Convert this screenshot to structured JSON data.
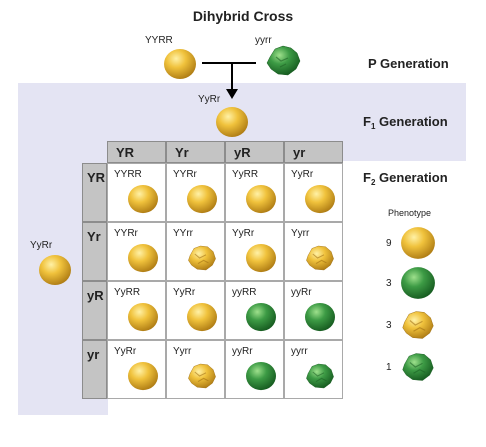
{
  "title": "Dihybrid Cross",
  "parents": {
    "left_genotype": "YYRR",
    "right_genotype": "yyrr"
  },
  "generations": {
    "p": "P Generation",
    "f1": "Generation",
    "f1_sub": "1",
    "f2": "Generation",
    "f2_sub": "2",
    "prefix": "F"
  },
  "f1_genotype": "YyRr",
  "side_genotype": "YyRr",
  "columns": [
    "YR",
    "Yr",
    "yR",
    "yr"
  ],
  "rows": [
    {
      "label": "YR",
      "cells": [
        {
          "genotype": "YYRR",
          "color": "yellow",
          "shape": "round"
        },
        {
          "genotype": "YYRr",
          "color": "yellow",
          "shape": "round"
        },
        {
          "genotype": "YyRR",
          "color": "yellow",
          "shape": "round"
        },
        {
          "genotype": "YyRr",
          "color": "yellow",
          "shape": "round"
        }
      ]
    },
    {
      "label": "Yr",
      "cells": [
        {
          "genotype": "YYRr",
          "color": "yellow",
          "shape": "round"
        },
        {
          "genotype": "YYrr",
          "color": "yellow",
          "shape": "wrinkled"
        },
        {
          "genotype": "YyRr",
          "color": "yellow",
          "shape": "round"
        },
        {
          "genotype": "Yyrr",
          "color": "yellow",
          "shape": "wrinkled"
        }
      ]
    },
    {
      "label": "yR",
      "cells": [
        {
          "genotype": "YyRR",
          "color": "yellow",
          "shape": "round"
        },
        {
          "genotype": "YyRr",
          "color": "yellow",
          "shape": "round"
        },
        {
          "genotype": "yyRR",
          "color": "green",
          "shape": "round"
        },
        {
          "genotype": "yyRr",
          "color": "green",
          "shape": "round"
        }
      ]
    },
    {
      "label": "yr",
      "cells": [
        {
          "genotype": "YyRr",
          "color": "yellow",
          "shape": "round"
        },
        {
          "genotype": "Yyrr",
          "color": "yellow",
          "shape": "wrinkled"
        },
        {
          "genotype": "yyRr",
          "color": "green",
          "shape": "round"
        },
        {
          "genotype": "yyrr",
          "color": "green",
          "shape": "wrinkled"
        }
      ]
    }
  ],
  "phenotype": {
    "title": "Phenotype",
    "items": [
      {
        "count": "9",
        "color": "yellow",
        "shape": "round"
      },
      {
        "count": "3",
        "color": "green",
        "shape": "round"
      },
      {
        "count": "3",
        "color": "yellow",
        "shape": "wrinkled"
      },
      {
        "count": "1",
        "color": "green",
        "shape": "wrinkled"
      }
    ]
  },
  "colors": {
    "background_band": "#e4e4f3",
    "header_fill": "#c4c4c4",
    "yellow": "#e0ac2a",
    "green": "#2f8a3a"
  }
}
